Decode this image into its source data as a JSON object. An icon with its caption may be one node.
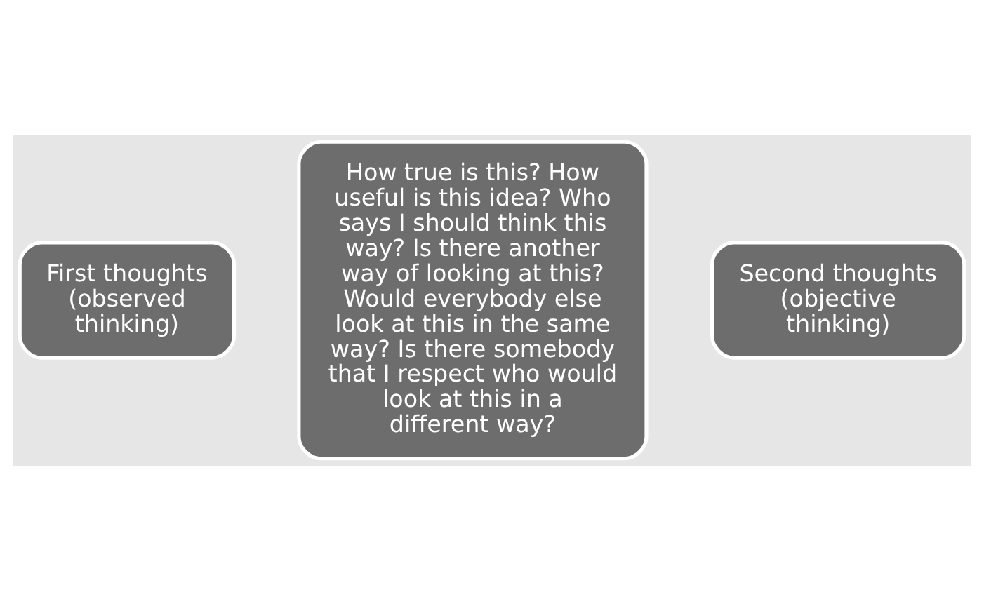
{
  "diagram": {
    "nodes": [
      {
        "text": [
          "First thoughts (observed thinking)"
        ]
      },
      {
        "text": [
          "How true is this? How useful is this idea? Who says I should think this way? Is there another way of looking at this? Would everybody else look at this in the same way? Is there somebody that I respect who would look at this in a different way?"
        ]
      },
      {
        "text": [
          "Second thoughts (objective thinking)"
        ]
      }
    ],
    "edges": []
  }
}
